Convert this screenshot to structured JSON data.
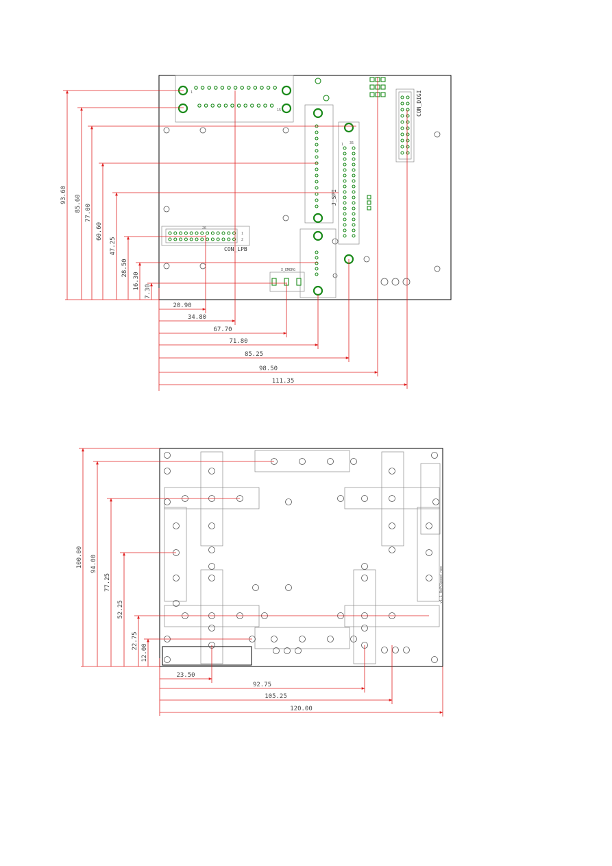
{
  "top_view": {
    "connectors": {
      "con_lpb": "CON_LPB",
      "j_spi": "J_SPI",
      "con_digi": "CON_DIGI",
      "x_emerg": "X_EMERG"
    },
    "pin_labels": {
      "lpb_pin26": "26",
      "lpb_pin1": "1",
      "lpb_pin2": "2",
      "spi_pin1": "1",
      "spi_pin35": "35",
      "dsub_pin1": "1",
      "dsub_pin15": "15"
    },
    "horizontal_dimensions": [
      "20.90",
      "34.80",
      "67.70",
      "71.80",
      "85.25",
      "98.50",
      "111.35"
    ],
    "vertical_dimensions": [
      "93.60",
      "85.60",
      "77.00",
      "60.60",
      "47.25",
      "28.50",
      "16.30",
      "7.30"
    ]
  },
  "bottom_view": {
    "side_text": "v1.1  RoPCSpeed neo",
    "horizontal_dimensions": [
      "23.50",
      "92.75",
      "105.25",
      "120.00"
    ],
    "vertical_dimensions": [
      "100.00",
      "94.00",
      "77.25",
      "52.25",
      "22.75",
      "12.00"
    ]
  },
  "colors": {
    "dimension_line": "#e02020",
    "pad": "#1a8a1a",
    "outline": "#000000"
  }
}
